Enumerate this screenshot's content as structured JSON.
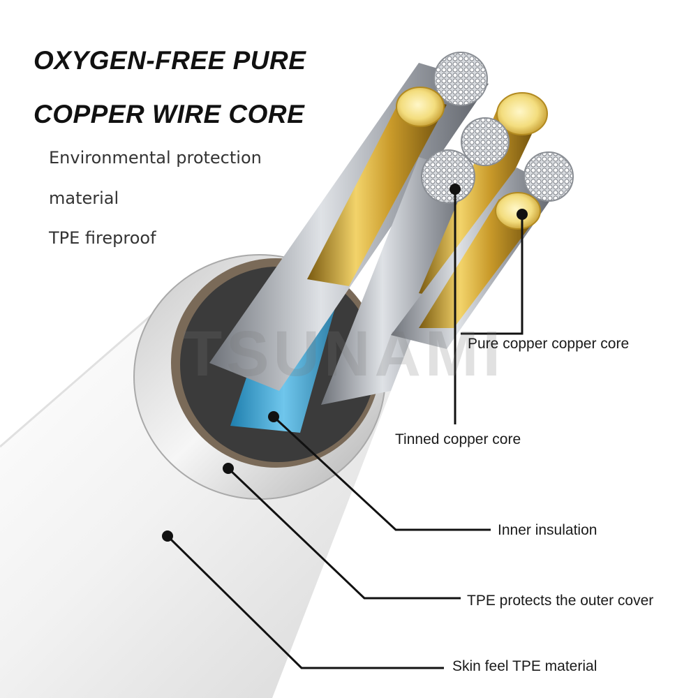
{
  "heading": {
    "line1": "OXYGEN-FREE PURE",
    "line2": "COPPER WIRE CORE"
  },
  "subtext": {
    "line1": "Environmental protection",
    "line2": "material",
    "line3": "TPE fireproof"
  },
  "callouts": {
    "pure_copper": "Pure copper copper core",
    "tinned_copper": "Tinned copper core",
    "inner_insulation": "Inner insulation",
    "outer_cover": "TPE protects the outer cover",
    "skin_feel": "Skin feel TPE material"
  },
  "watermark": "TSUNAMI",
  "colors": {
    "copper": "#d4aa3c",
    "insulation_blue": "#4fb2dc",
    "tinned_strand": "#b8bcc2",
    "jacket": "#f4f4f4"
  }
}
